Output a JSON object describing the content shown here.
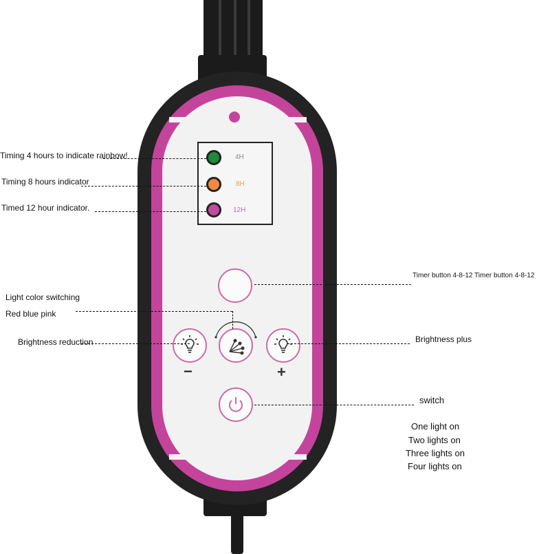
{
  "device": {
    "indicators": [
      {
        "label": "4H",
        "color": "#1e8a3a",
        "text_color": "#8a8a8a"
      },
      {
        "label": "8H",
        "color": "#f08a3e",
        "text_color": "#f0a040"
      },
      {
        "label": "12H",
        "color": "#c24aa0",
        "text_color": "#c070b0"
      }
    ],
    "minus_sign": "−",
    "plus_sign": "+",
    "accent_color": "#c4449c"
  },
  "annotations": {
    "timing_4h": "Timing 4 hours to indicate rainbow!",
    "timing_8h": "Timing 8 hours indicator",
    "timing_12h": "Timed 12 hour indicator.",
    "timer_button": "Timer button 4-8-12 Timer button 4-8-12",
    "light_color_switching": "Light color switching",
    "red_blue_pink": "Red blue pink",
    "brightness_reduction": "Brightness reduction",
    "brightness_plus": "Brightness plus",
    "switch": "switch",
    "switch_modes": [
      "One light on",
      "Two lights on",
      "Three lights on",
      "Four lights on"
    ]
  }
}
